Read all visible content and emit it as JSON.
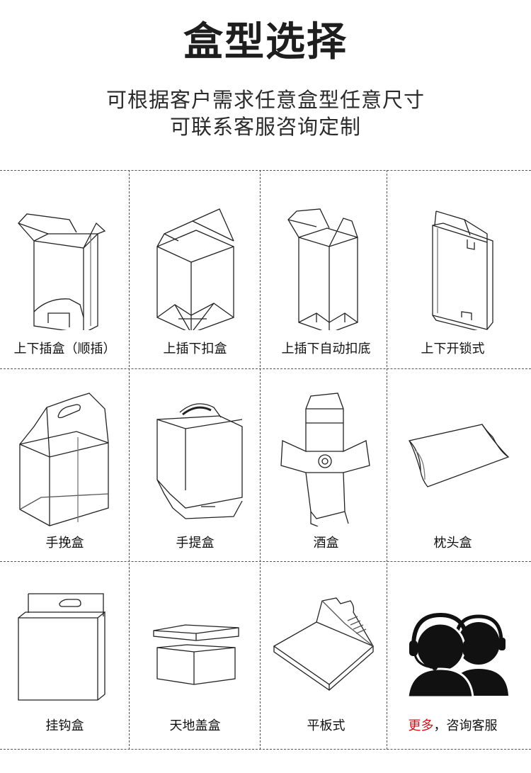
{
  "header": {
    "title": "盒型选择",
    "subtitle_line1": "可根据客户需求任意盒型任意尺寸",
    "subtitle_line2": "可联系客服咨询定制"
  },
  "box_types": [
    {
      "label": "上下插盒（顺插）",
      "icon": "tuck-end-box-icon"
    },
    {
      "label": "上插下扣盒",
      "icon": "snap-lock-bottom-box-icon"
    },
    {
      "label": "上插下自动扣底",
      "icon": "auto-lock-bottom-box-icon"
    },
    {
      "label": "上下开锁式",
      "icon": "top-bottom-lock-box-icon"
    },
    {
      "label": "手挽盒",
      "icon": "handle-box-icon"
    },
    {
      "label": "手提盒",
      "icon": "carry-box-icon"
    },
    {
      "label": "酒盒",
      "icon": "wine-box-icon"
    },
    {
      "label": "枕头盒",
      "icon": "pillow-box-icon"
    },
    {
      "label": "挂钩盒",
      "icon": "hanger-box-icon"
    },
    {
      "label": "天地盖盒",
      "icon": "lid-base-box-icon"
    },
    {
      "label": "平板式",
      "icon": "flat-tray-box-icon"
    }
  ],
  "more": {
    "highlight": "更多",
    "rest": "，咨询客服",
    "icon": "customer-service-icon",
    "highlight_color": "#c8161d"
  }
}
